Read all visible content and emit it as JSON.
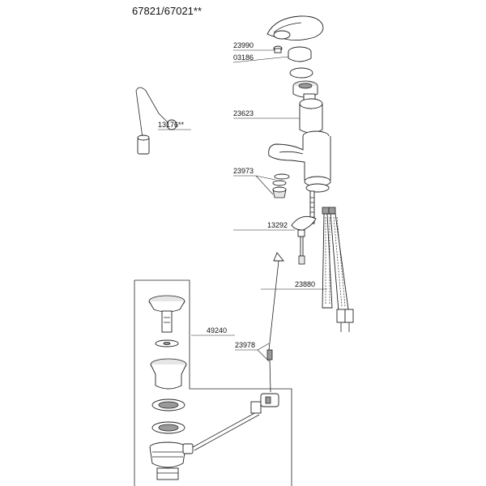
{
  "title": "67821/67021**",
  "parts": {
    "p23990": "23990",
    "p03186": "03186",
    "p13176": "13176**",
    "p23623": "23623",
    "p23973": "23973",
    "p13292": "13292",
    "p23880": "23880",
    "p49240": "49240",
    "p23978": "23978"
  },
  "colors": {
    "line": "#222222",
    "shade": "#e6e6e6",
    "dark": "#9a9a9a"
  }
}
